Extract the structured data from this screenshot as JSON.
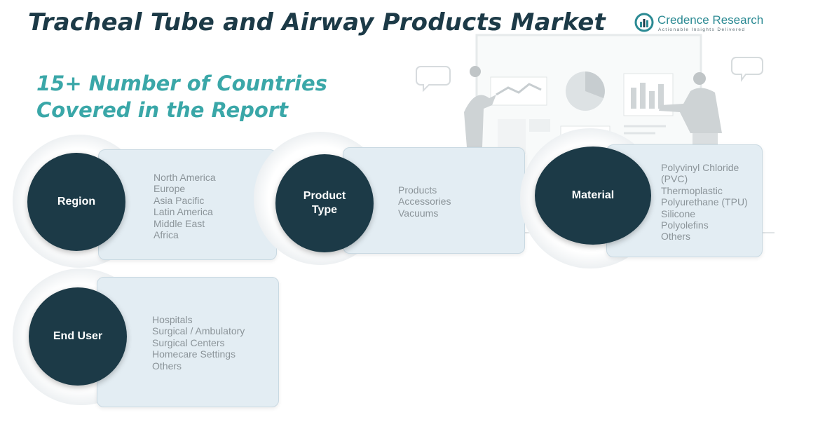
{
  "title": "Tracheal Tube and Airway Products Market",
  "logo": {
    "brand": "Credence Research",
    "tagline": "Actionable Insights Delivered"
  },
  "subtitle": {
    "line1": "15+ Number of Countries",
    "line2": "Covered in the Report"
  },
  "colors": {
    "accent_teal": "#3aa7a8",
    "title_navy": "#1c3a47",
    "card_bg": "#e3edf3",
    "item_text": "#8b9499"
  },
  "segments": [
    {
      "label": "Region",
      "items": [
        "North America",
        "Europe",
        "Asia Pacific",
        "Latin America",
        "Middle East",
        "Africa"
      ]
    },
    {
      "label": "Product\nType",
      "items": [
        "Products",
        "Accessories",
        "Vacuums"
      ]
    },
    {
      "label": "Material",
      "items": [
        "Polyvinyl Chloride",
        "(PVC)",
        "Thermoplastic",
        "Polyurethane (TPU)",
        "Silicone",
        "Polyolefins",
        "Others"
      ]
    },
    {
      "label": "End User",
      "items": [
        "Hospitals",
        "Surgical / Ambulatory",
        "Surgical Centers",
        "Homecare Settings",
        "Others"
      ]
    }
  ]
}
